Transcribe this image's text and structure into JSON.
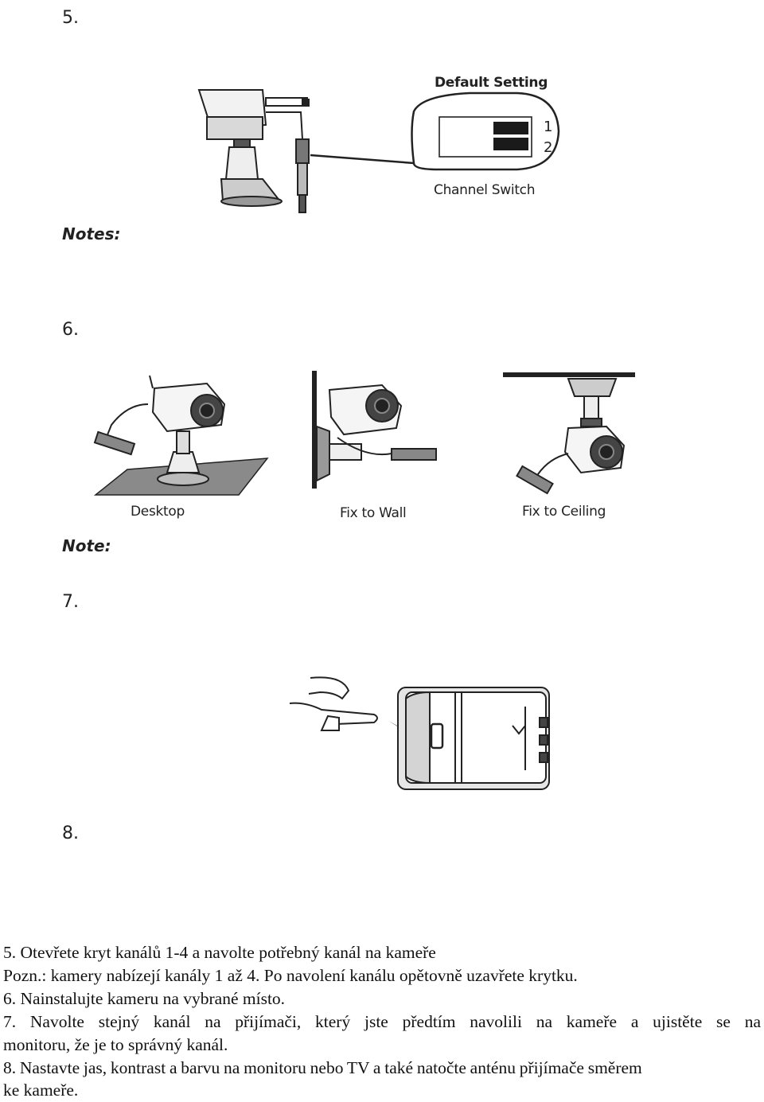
{
  "steps": {
    "s5": "5.",
    "s6": "6.",
    "s7": "7.",
    "s8": "8."
  },
  "notes": {
    "n1": "Notes:",
    "n2": "Note:"
  },
  "figure5": {
    "default_setting": "Default Setting",
    "channel_switch": "Channel Switch",
    "pos1": "1",
    "pos2": "2"
  },
  "figure6": {
    "desktop": "Desktop",
    "wall": "Fix to Wall",
    "ceiling": "Fix to Ceiling"
  },
  "instructions": {
    "line1": "5. Otevřete kryt kanálů 1-4 a navolte potřebný kanál na kameře",
    "line2": "Pozn.:  kamery nabízejí kanály 1 až 4. Po navolení kanálu opětovně uzavřete krytku.",
    "line3": "6. Nainstalujte kameru na vybrané místo.",
    "line4": "7.  Navolte  stejný  kanál  na  přijímači,  který  jste  předtím  navolili  na  kameře  a  ujistěte  se  na",
    "line5": "monitoru, že je to správný kanál.",
    "line6": "8. Nastavte jas, kontrast a barvu na monitoru nebo TV a také natočte anténu přijímače směrem",
    "line7": "ke kameře."
  }
}
